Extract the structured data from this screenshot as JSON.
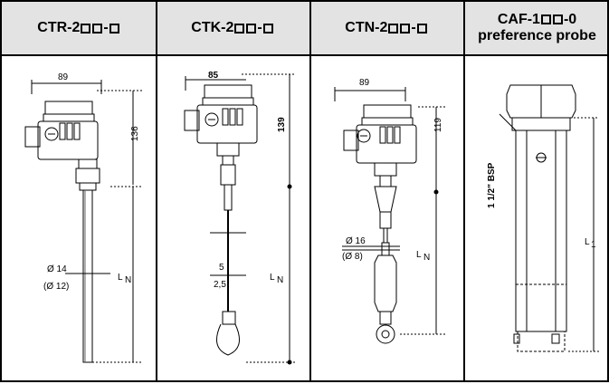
{
  "columns": [
    {
      "model": "CTR-2",
      "suffix": "-",
      "subtitle": ""
    },
    {
      "model": "CTK-2",
      "suffix": "-",
      "subtitle": ""
    },
    {
      "model": "CTN-2",
      "suffix": "-",
      "subtitle": ""
    },
    {
      "model": "CAF-1",
      "suffix": "-0",
      "subtitle": "preference probe"
    }
  ],
  "labels": {
    "ctr_width": "89",
    "ctr_height": "136",
    "ctr_dia": "Ø 14",
    "ctr_dia_alt": "(Ø 12)",
    "ctr_len": "L",
    "ctr_len_sub": "N",
    "ctk_width": "85",
    "ctk_height": "139",
    "ctk_dia": "5",
    "ctk_dia_alt": "2,5",
    "ctk_len": "L",
    "ctk_len_sub": "N",
    "ctn_width": "89",
    "ctn_height": "119",
    "ctn_dia": "Ø 16",
    "ctn_dia_alt": "(Ø 8)",
    "ctn_len": "L",
    "ctn_len_sub": "N",
    "caf_thread": "1 1/2\" BSP",
    "caf_len": "L",
    "caf_len_sub": "1"
  }
}
